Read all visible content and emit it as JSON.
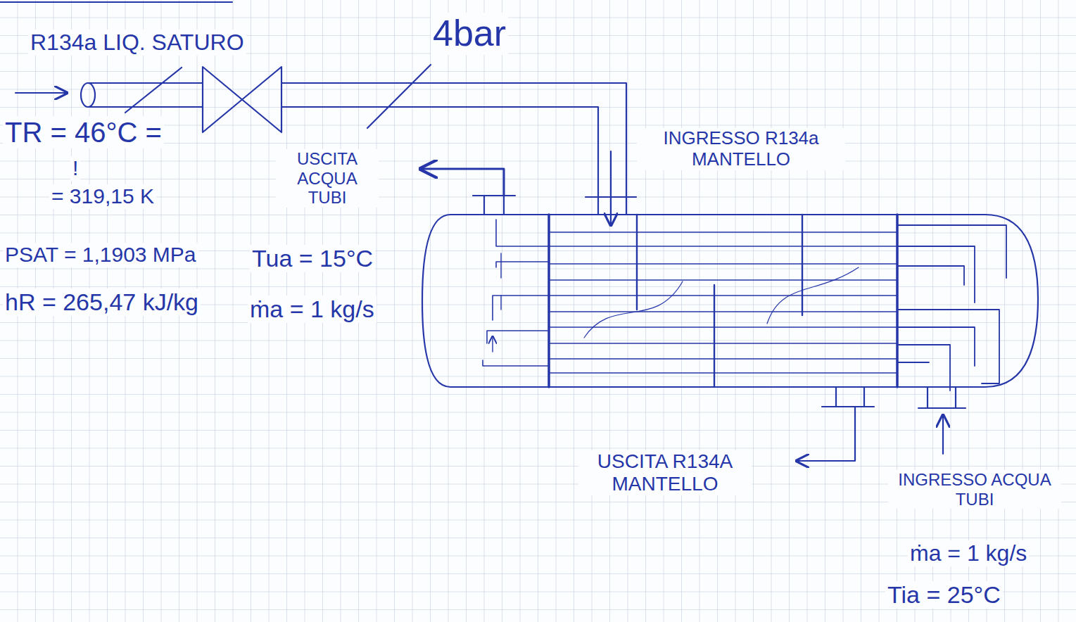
{
  "diagram": {
    "labels": [
      "R134a LIQ. SATURO",
      "4bar",
      "TR = 46°C =",
      "!",
      "= 319,15 K",
      "PSAT = 1,1903 MPa",
      "hR = 265,47 kJ/kg",
      "USCITA ACQUA TUBI",
      "Tua = 15°C",
      "ṁa = 1 kg/s",
      "INGRESSO R134a MANTELLO",
      "USCITA R134A MANTELLO",
      "INGRESSO ACQUA TUBI",
      "ṁa = 1 kg/s",
      "Tia = 25°C"
    ]
  }
}
